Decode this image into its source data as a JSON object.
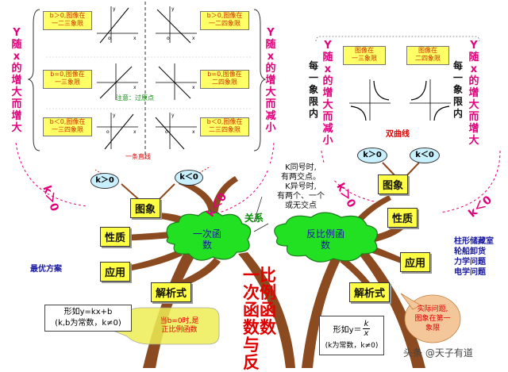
{
  "left_panel": {
    "left_vertical": [
      "Y",
      "随",
      "x",
      "的",
      "增",
      "大",
      "而",
      "增",
      "大"
    ],
    "right_vertical": [
      "Y",
      "随",
      "x",
      "的",
      "增",
      "大",
      "而",
      "减",
      "小"
    ],
    "rows": [
      {
        "left_label": "b＞0,图像在\n一二三象限",
        "right_label": "b＞0,图像在\n一二四象限"
      },
      {
        "left_label": "b=0,图像在\n一三象限",
        "right_label": "b=0,图像在\n二四象限"
      },
      {
        "left_label": "b＜0,图像在\n一三四象限",
        "right_label": "b＜0,图像在\n二三四象限"
      }
    ],
    "note_origin": "注意：过原点",
    "note_line": "一条直线",
    "k_pos": "k＞0",
    "k_neg": "k＜0",
    "k_pos_side": "k＞0",
    "k_neg_side": "k＜0"
  },
  "right_panel": {
    "left_vertical": [
      "Y",
      "随",
      "x",
      "的",
      "增",
      "大",
      "而",
      "减",
      "小"
    ],
    "left_inner": [
      "每",
      "一",
      "象",
      "限",
      "内"
    ],
    "right_inner": [
      "每",
      "一",
      "象",
      "限",
      "内"
    ],
    "right_vertical": [
      "Y",
      "随",
      "x",
      "的",
      "增",
      "大",
      "而",
      "增",
      "大"
    ],
    "box1": "图像在\n一三象限",
    "box2": "图像在\n二四象限",
    "curve_label": "双曲线",
    "k_pos": "k＞0",
    "k_neg": "k＜0",
    "k_pos_side": "k＞0",
    "k_neg_side": "k＜0"
  },
  "relation": {
    "label": "关系",
    "text": "K同号时,\n有两交点。\nK异号时,\n有两个、一个\n或无交点"
  },
  "center": {
    "left_cloud": "一次函\n数",
    "right_cloud": "反比例函\n数",
    "title": [
      "一",
      "次",
      "函",
      "数",
      "与",
      "反",
      "比",
      "例",
      "函",
      "数"
    ]
  },
  "left_topics": {
    "image": "图象",
    "property": "性质",
    "application": "应用",
    "expression": "解析式",
    "best_plan": "最优方案",
    "formula": "形如y=kx+b\n(k,b为常数，k≠0)",
    "bubble": "当b=0时,是\n正比例函数"
  },
  "right_topics": {
    "image": "图象",
    "property": "性质",
    "application": "应用",
    "expression": "解析式",
    "apps": [
      "柱形储藏室",
      "轮船卸货",
      "力学问题",
      "电学问题"
    ],
    "formula_prefix": "形如y＝",
    "formula_fraction_num": "k",
    "formula_fraction_den": "x",
    "formula_note": "(k为常数，k≠0)",
    "bubble": "实际问题,\n图象在第一\n象限"
  },
  "watermark": "头条 @天子有道"
}
